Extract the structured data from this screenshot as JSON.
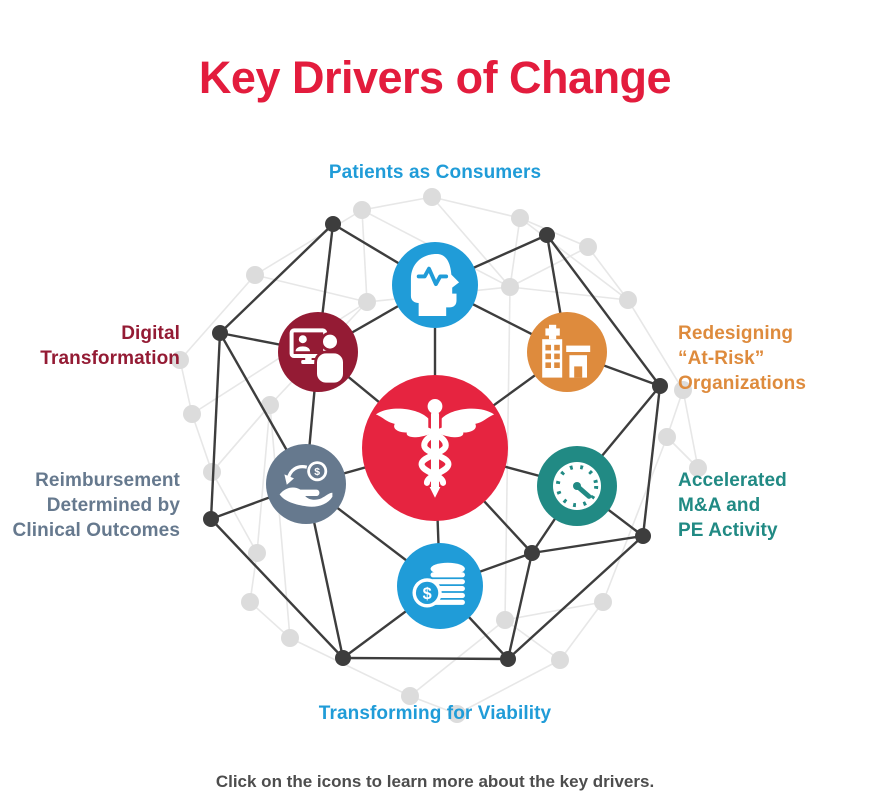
{
  "title": "Key Drivers of Change",
  "footer": "Click on the icons to learn more about the key drivers.",
  "center": {
    "name": "healthcare-core",
    "icon": "caduceus-icon",
    "color": "#E62440"
  },
  "drivers": [
    {
      "id": "patients-as-consumers",
      "label": "Patients as Consumers",
      "color": "#209CD8",
      "icon": "head-pulse-icon"
    },
    {
      "id": "redesigning-at-risk-organizations",
      "label": "Redesigning\n“At-Risk”\nOrganizations",
      "color": "#DE8B3D",
      "icon": "hospital-icon"
    },
    {
      "id": "accelerated-ma-pe-activity",
      "label": "Accelerated\nM&A and\nPE Activity",
      "color": "#218A84",
      "icon": "gauge-icon"
    },
    {
      "id": "transforming-for-viability",
      "label": "Transforming for Viability",
      "color": "#209CD8",
      "icon": "coins-icon"
    },
    {
      "id": "reimbursement-clinical-outcomes",
      "label": "Reimbursement\nDetermined by\nClinical Outcomes",
      "color": "#66798E",
      "icon": "hand-coin-icon"
    },
    {
      "id": "digital-transformation",
      "label": "Digital\nTransformation",
      "color": "#941B34",
      "icon": "telehealth-icon"
    }
  ],
  "colors": {
    "title": "#E31C3D",
    "background": "#FFFFFF",
    "footer_text": "#4D4D4D",
    "network_dark": "#3D3D3D",
    "network_light": "#DCDCDC",
    "network_light_line": "#E7E7E7"
  }
}
